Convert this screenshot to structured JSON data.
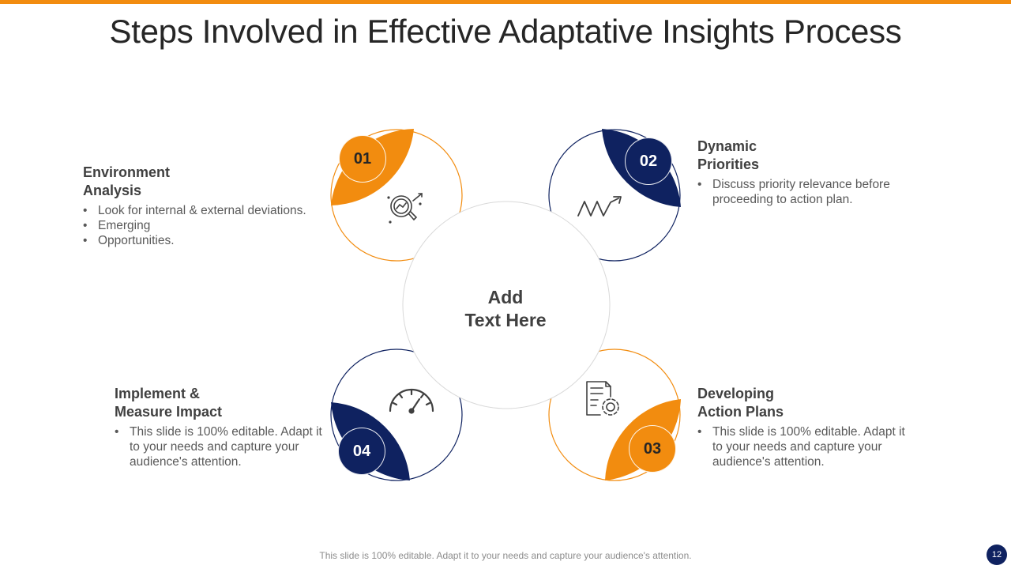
{
  "title": "Steps Involved in Effective Adaptative Insights Process",
  "center": {
    "line1": "Add",
    "line2": "Text Here"
  },
  "colors": {
    "accent": "#F28C0F",
    "navy": "#0F2260"
  },
  "steps": [
    {
      "number": "01",
      "icon": "magnifier-analysis-icon",
      "heading_line1": "Environment",
      "heading_line2": "Analysis",
      "bullets": [
        "Look for internal & external deviations.",
        "Emerging",
        "Opportunities."
      ]
    },
    {
      "number": "02",
      "icon": "trend-up-icon",
      "heading_line1": "Dynamic",
      "heading_line2": "Priorities",
      "bullets": [
        "Discuss priority relevance before proceeding to action plan."
      ]
    },
    {
      "number": "03",
      "icon": "document-gear-icon",
      "heading_line1": "Developing",
      "heading_line2": "Action Plans",
      "bullets": [
        "This slide is 100% editable. Adapt it to your needs and capture your audience's attention."
      ]
    },
    {
      "number": "04",
      "icon": "speedometer-icon",
      "heading_line1": "Implement &",
      "heading_line2": "Measure Impact",
      "bullets": [
        "This slide is 100% editable. Adapt it to your needs and capture your audience's attention."
      ]
    }
  ],
  "footer": "This slide is 100% editable. Adapt it to your needs and capture your audience's attention.",
  "page_number": "12"
}
